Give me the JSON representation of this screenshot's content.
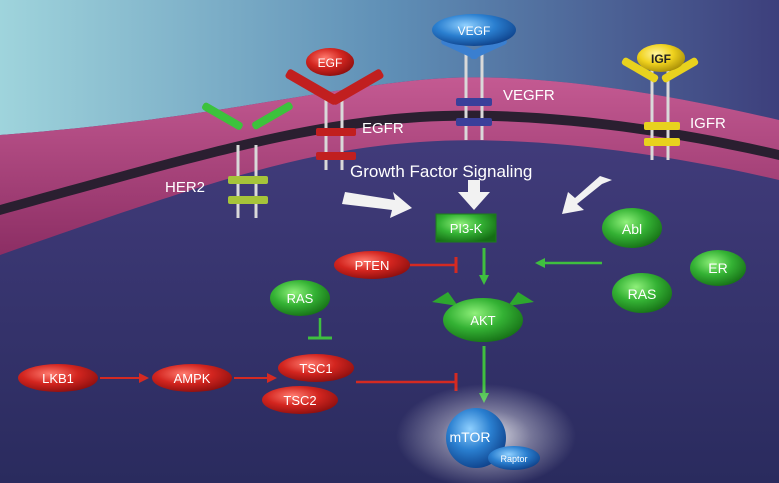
{
  "receptors": {
    "egf": "EGF",
    "vegf": "VEGF",
    "igf": "IGF",
    "her2": "HER2",
    "egfr": "EGFR",
    "vegfr": "VEGFR",
    "igfr": "IGFR"
  },
  "heading": "Growth Factor Signaling",
  "nodes": {
    "pi3k": "PI3-K",
    "pten": "PTEN",
    "abl": "Abl",
    "er": "ER",
    "ras_right": "RAS",
    "ras_left": "RAS",
    "akt": "AKT",
    "lkb1": "LKB1",
    "ampk": "AMPK",
    "tsc1": "TSC1",
    "tsc2": "TSC2",
    "mtor": "mTOR",
    "raptor": "Raptor"
  },
  "colors": {
    "red": "#c81e1e",
    "green": "#2fa32f",
    "membrane": "#a9407a",
    "background": "#2b2e63"
  }
}
